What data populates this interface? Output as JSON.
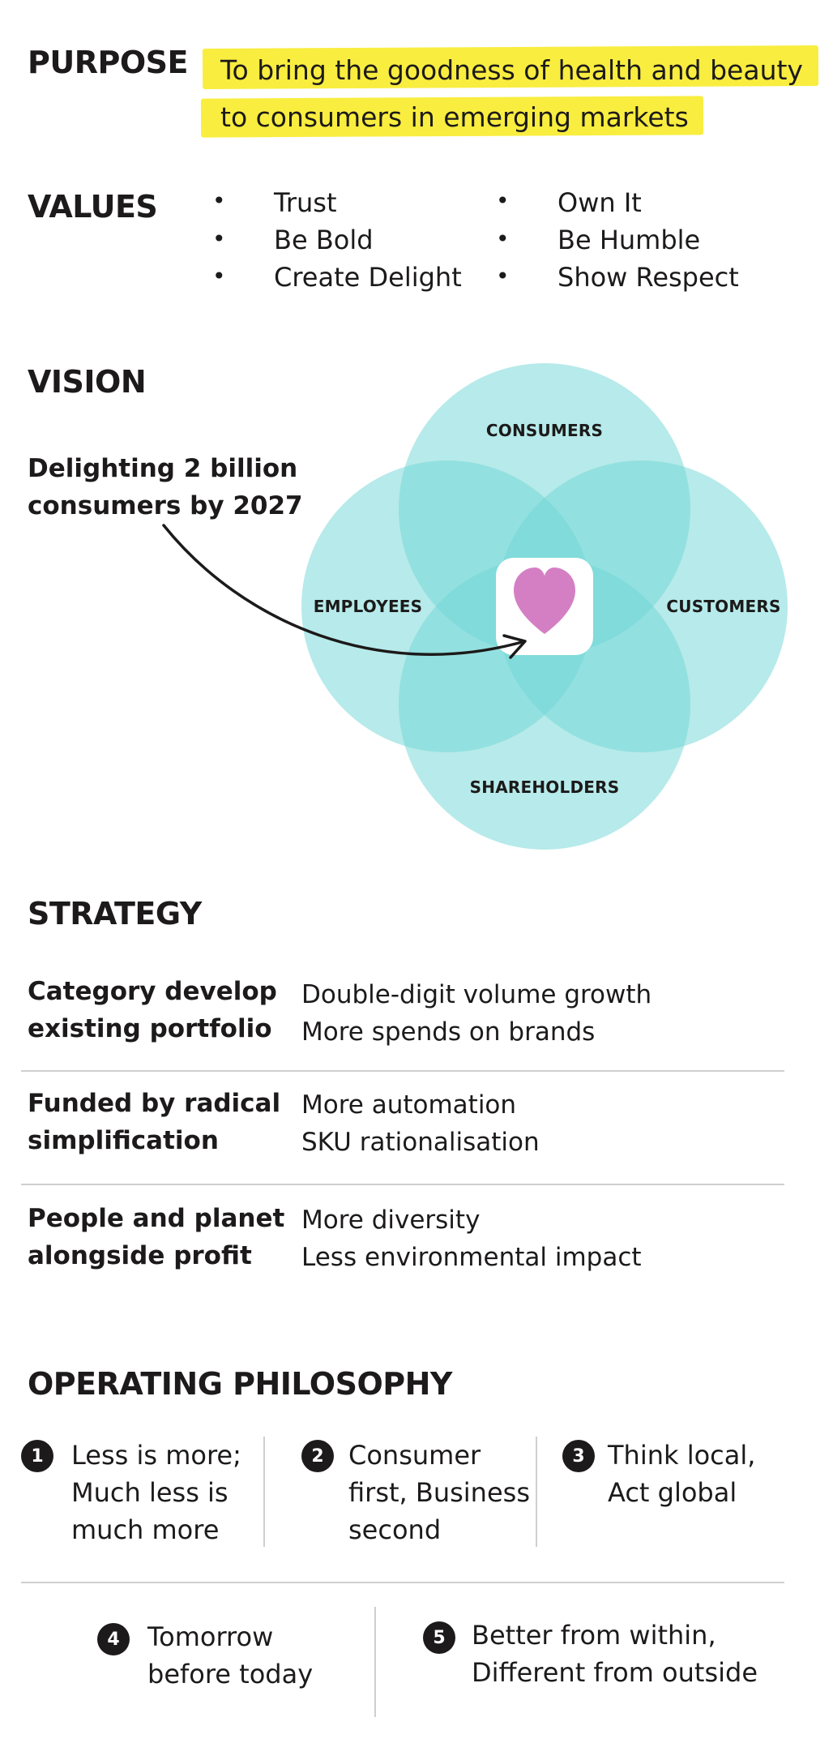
{
  "purpose": {
    "heading": "PURPOSE",
    "line1": "To bring the goodness of health and beauty",
    "line2": "to consumers in emerging markets",
    "highlight_color": "#f9ed3f"
  },
  "values": {
    "heading": "VALUES",
    "items": [
      "Trust",
      "Be Bold",
      "Create Delight",
      "Own It",
      "Be Humble",
      "Show Respect"
    ],
    "bullet": "•"
  },
  "vision": {
    "heading": "VISION",
    "line1": "Delighting 2 billion",
    "line2": "consumers by 2027",
    "venn": {
      "top": "CONSUMERS",
      "left": "EMPLOYEES",
      "right": "CUSTOMERS",
      "bottom": "SHAREHOLDERS",
      "center_icon": "heart-icon",
      "circle_color": "#6fd6d6",
      "heart_color": "#d47fc4"
    }
  },
  "strategy": {
    "heading": "STRATEGY",
    "rows": [
      {
        "left1": "Category develop",
        "left2": "existing portfolio",
        "right1": "Double-digit volume growth",
        "right2": "More spends on brands"
      },
      {
        "left1": "Funded by radical",
        "left2": "simplification",
        "right1": "More automation",
        "right2": "SKU rationalisation"
      },
      {
        "left1": "People and planet",
        "left2": "alongside profit",
        "right1": "More diversity",
        "right2": "Less environmental impact"
      }
    ]
  },
  "operating": {
    "heading": "OPERATING PHILOSOPHY",
    "items": [
      {
        "num": "1",
        "lines": [
          "Less is more;",
          "Much less is",
          "much more"
        ]
      },
      {
        "num": "2",
        "lines": [
          "Consumer",
          "first, Business",
          "second"
        ]
      },
      {
        "num": "3",
        "lines": [
          "Think local,",
          "Act global"
        ]
      },
      {
        "num": "4",
        "lines": [
          "Tomorrow",
          "before today"
        ]
      },
      {
        "num": "5",
        "lines": [
          "Better from within,",
          "Different from outside"
        ]
      }
    ]
  }
}
